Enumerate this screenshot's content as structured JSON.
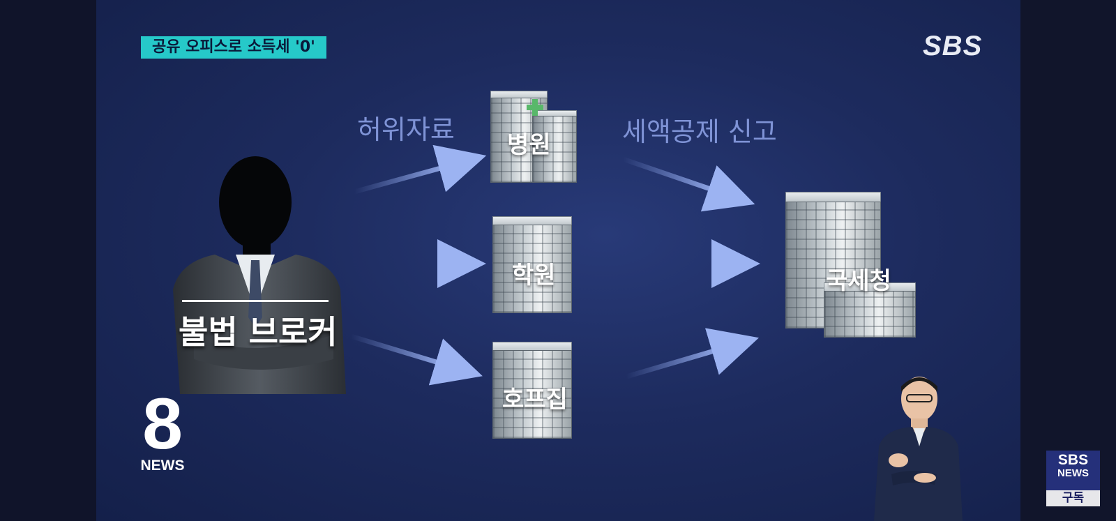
{
  "caption": "공유 오피스로 소득세 '0'",
  "broadcaster_logo": "SBS",
  "labels": {
    "false_data": "허위자료",
    "tax_report": "세액공제 신고"
  },
  "broker": "불법 브로커",
  "businesses": [
    "병원",
    "학원",
    "호프집"
  ],
  "tax_office": "국세청",
  "program": {
    "number": "8",
    "text": "NEWS"
  },
  "subscribe_badge": {
    "line1": "SBS",
    "line2": "NEWS",
    "action": "구독"
  },
  "colors": {
    "caption_bg": "#26c9c9",
    "arrow": "#8aa3ea",
    "label": "#7f93d6",
    "background": "#1d2b5e"
  }
}
